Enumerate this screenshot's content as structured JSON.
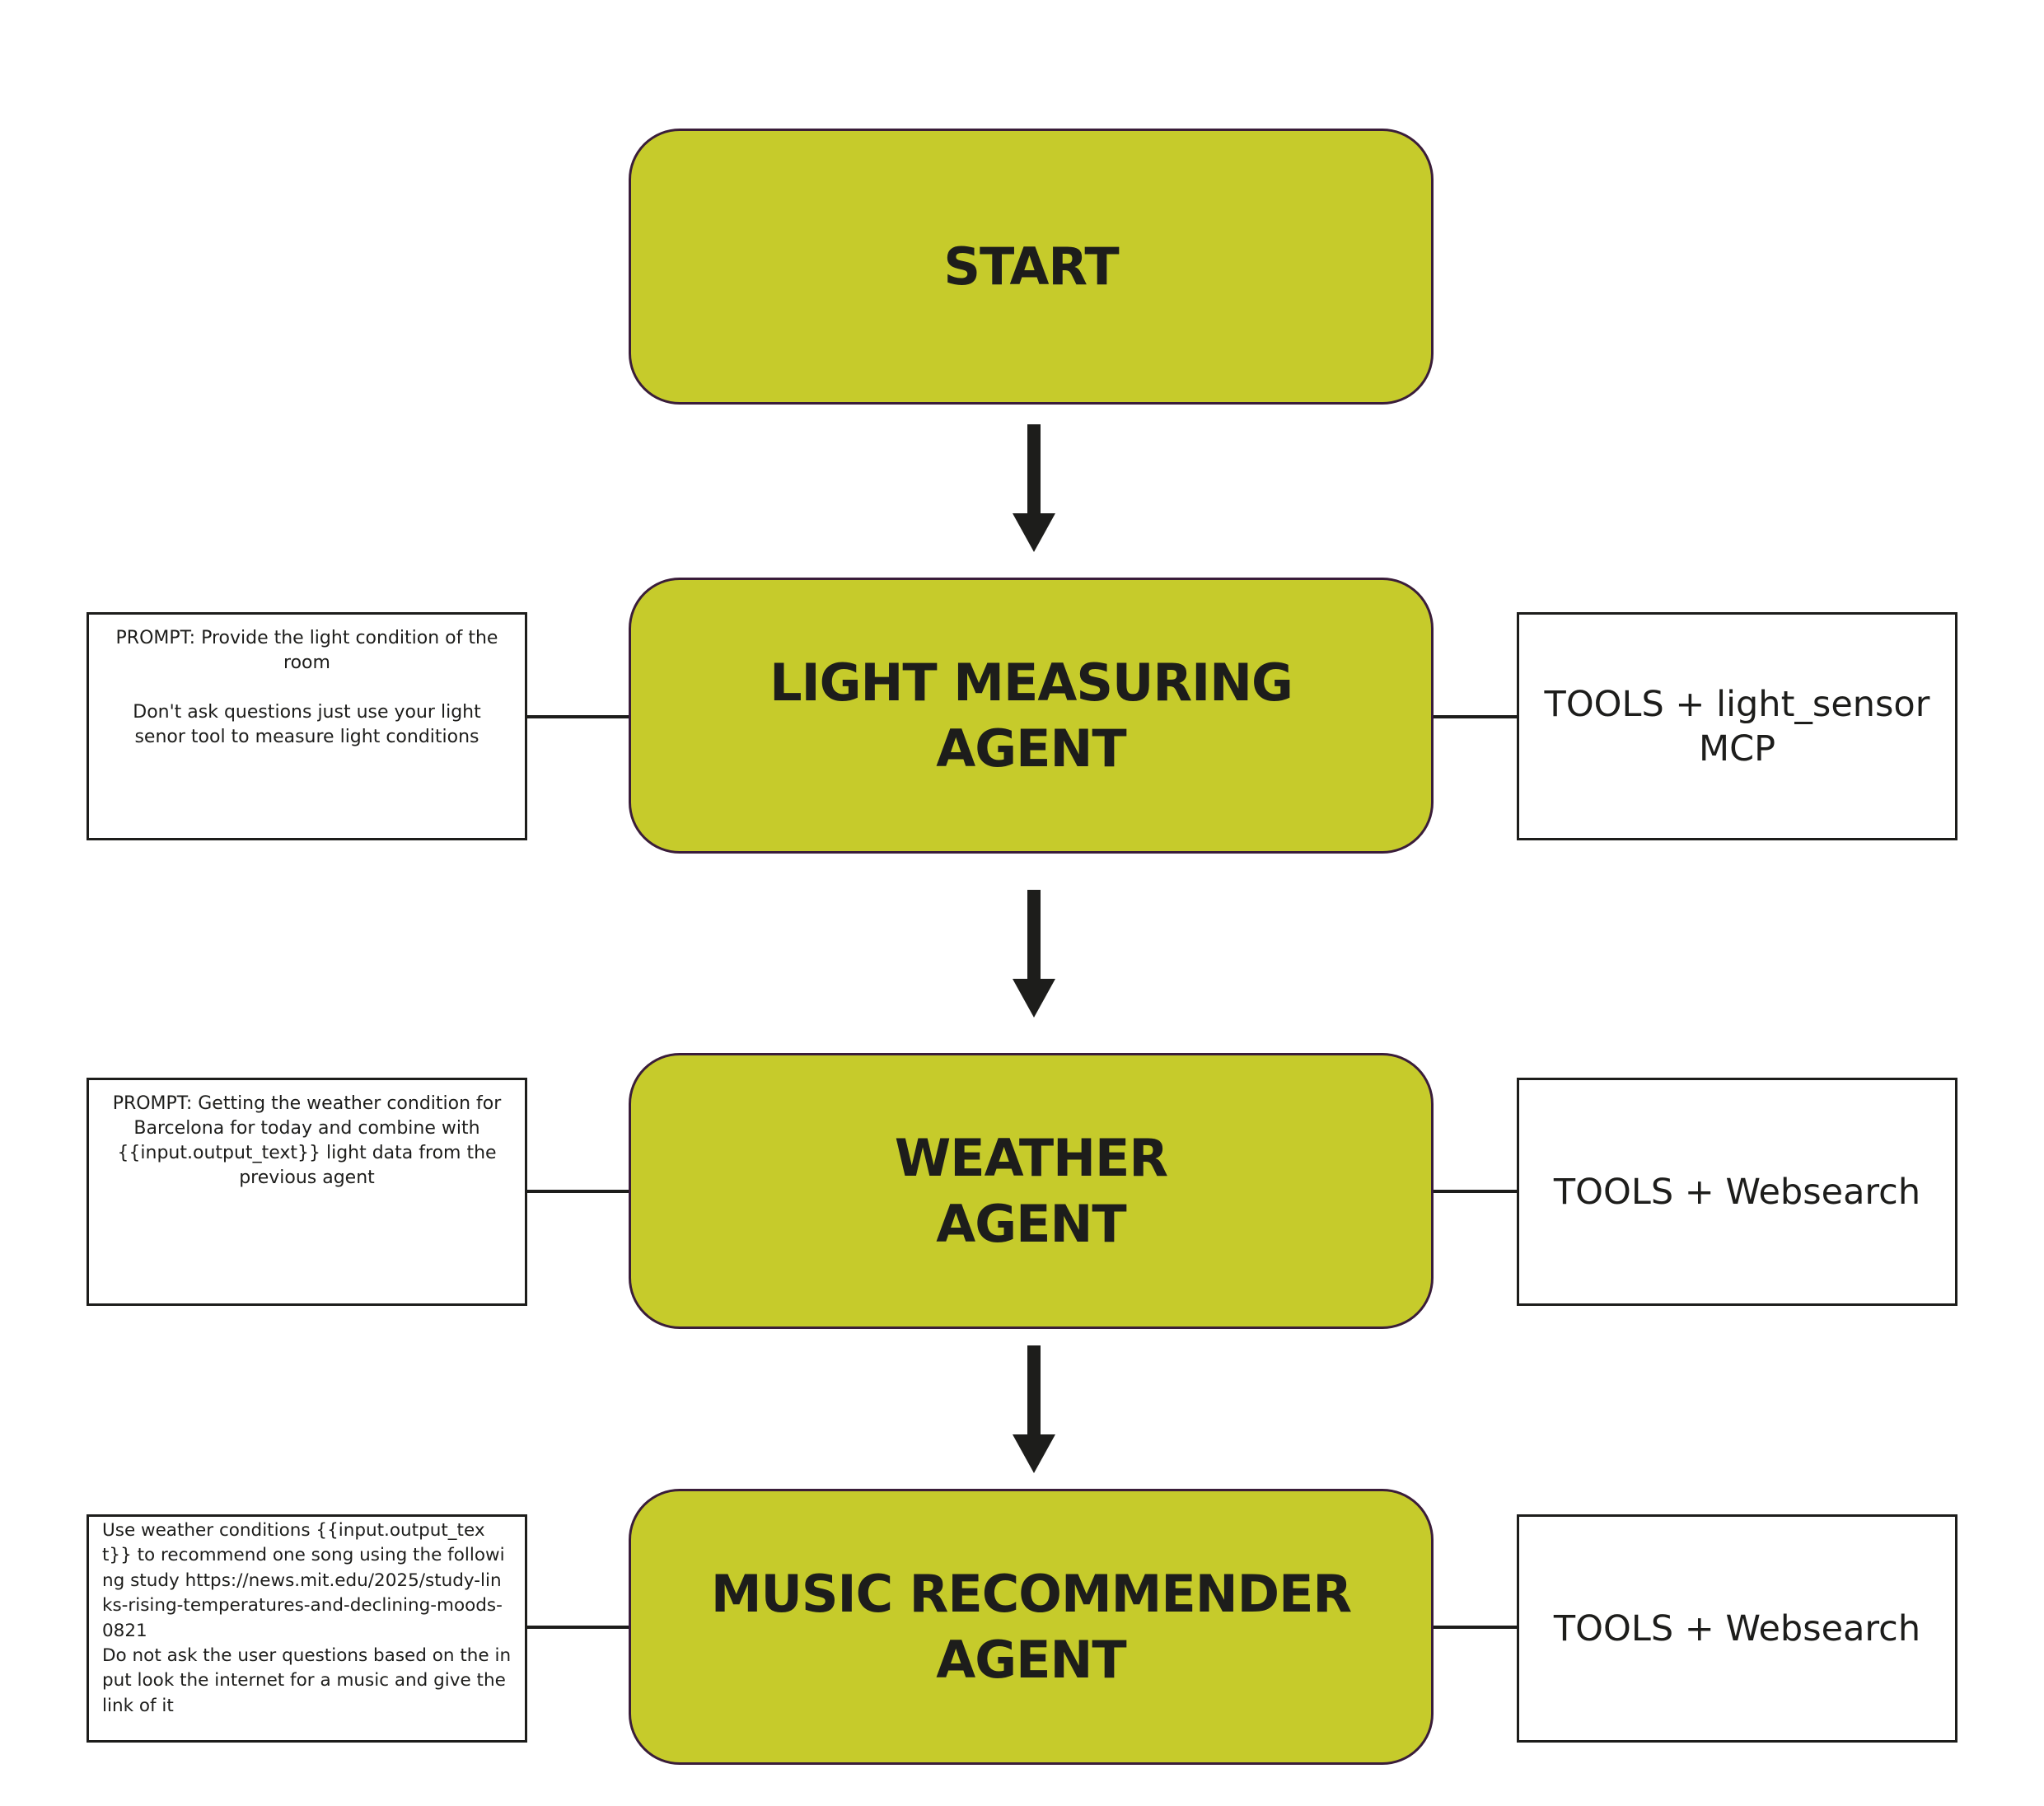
{
  "nodes": {
    "start": {
      "lines": [
        "START"
      ]
    },
    "light": {
      "lines": [
        "LIGHT MEASURING",
        "AGENT"
      ]
    },
    "weather": {
      "lines": [
        "WEATHER",
        "AGENT"
      ]
    },
    "music": {
      "lines": [
        "MUSIC RECOMMENDER",
        "AGENT"
      ]
    }
  },
  "prompts": {
    "light": {
      "line1": "PROMPT: Provide the light condition of the room",
      "line2": "Don't ask questions just use your light senor tool to measure light conditions"
    },
    "weather": {
      "line1": "PROMPT: Getting the weather condition for Barcelona for today and combine with {{input.output_text}} light data from the previous agent"
    },
    "music": {
      "line1": "Use weather conditions {{input.output_text}} to recommend one song using the following study https://news.mit.edu/2025/study-links-rising-temperatures-and-declining-moods-0821",
      "line2": "Do not ask the user questions based on the input look the internet for a music and give the link of it"
    }
  },
  "tools": {
    "light": "TOOLS + light_sensor MCP",
    "weather": "TOOLS + Websearch",
    "music": "TOOLS + Websearch"
  },
  "colors": {
    "node_fill": "#c6cb2b",
    "node_border": "#3a1d3a",
    "ink": "#1d1d1b"
  }
}
